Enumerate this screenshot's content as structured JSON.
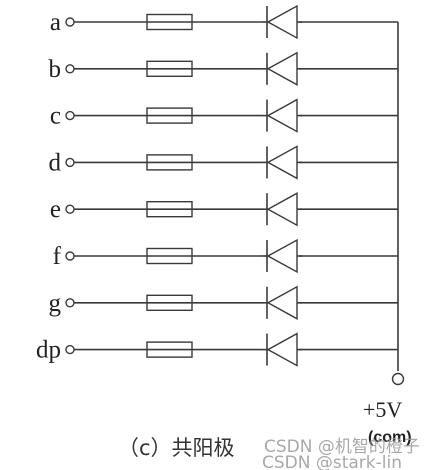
{
  "pins": [
    {
      "label": "a"
    },
    {
      "label": "b"
    },
    {
      "label": "c"
    },
    {
      "label": "d"
    },
    {
      "label": "e"
    },
    {
      "label": "f"
    },
    {
      "label": "g"
    },
    {
      "label": "dp"
    }
  ],
  "supply": {
    "voltage": "+5V",
    "common": "(com)"
  },
  "caption": "（c）共阳极",
  "watermark": {
    "line1": "CSDN @机智的橙子",
    "line2": "CSDN @stark-lin"
  }
}
